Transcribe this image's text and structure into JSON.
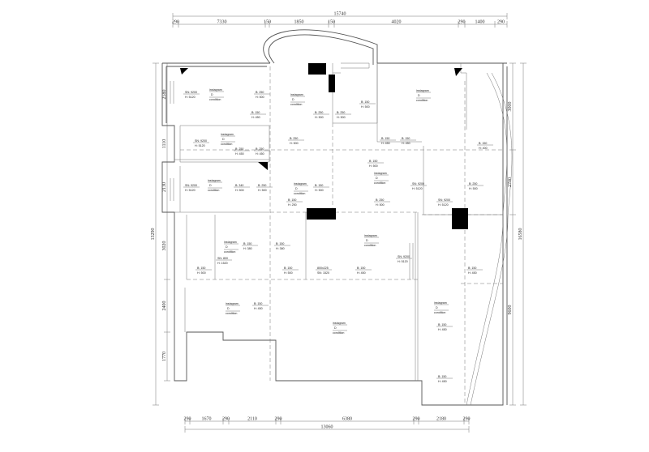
{
  "dimensions": {
    "top_total": "15740",
    "top": [
      "290",
      "7330",
      "150",
      "1850",
      "150",
      "4020",
      "290",
      "1400",
      "290"
    ],
    "bottom_total": "13060",
    "bottom": [
      "290",
      "1670",
      "290",
      "2110",
      "290",
      "6380",
      "290",
      "2180",
      "290"
    ],
    "left_total": "13290",
    "left": [
      "2580",
      "1110",
      "2130",
      "3020",
      "2400",
      "1770"
    ],
    "right_total": "16580",
    "right": [
      "3000",
      "2700",
      "9600"
    ]
  },
  "annotations": [
    {
      "a": "SN: 9200",
      "b": "H: 5120"
    },
    {
      "a": "B: 250",
      "b": "H: 500"
    },
    {
      "a": "B: 150",
      "b": "H: 450"
    },
    {
      "a": "B: 250",
      "b": "H: 500"
    },
    {
      "a": "B: 150",
      "b": "H: 450"
    },
    {
      "a": "B: 250",
      "b": "H: 450"
    },
    {
      "a": "B: 250",
      "b": "H: 450"
    },
    {
      "a": "SN: 9200",
      "b": "H: 5120"
    },
    {
      "a": "B: 250",
      "b": "H: 500"
    },
    {
      "a": "SN: 9200",
      "b": "H: 5120"
    },
    {
      "a": "B: 340",
      "b": "H: 500"
    },
    {
      "a": "B: 150",
      "b": "H: 250"
    },
    {
      "a": "SN: 9200",
      "b": "H: 5120"
    },
    {
      "a": "B: 250",
      "b": "H: 500"
    },
    {
      "a": "B: 250",
      "b": "H: 500"
    },
    {
      "a": "B: 150",
      "b": "H: 500"
    },
    {
      "a": "SN: 9200",
      "b": "H: 5120"
    },
    {
      "a": "B: 250",
      "b": "H: 500"
    },
    {
      "a": "B: 150",
      "b": "H: 500"
    },
    {
      "a": "B: 150",
      "b": "H: 380"
    },
    {
      "a": "B: 150",
      "b": "H: 380"
    },
    {
      "a": "B: 150",
      "b": "H: 500"
    },
    {
      "a": "B: 150",
      "b": "H: 500"
    },
    {
      "a": "SN: 800",
      "b": "H: 1520"
    },
    {
      "a": "B: 150",
      "b": "H: 450"
    },
    {
      "a": "800x225",
      "b": "SN: 1520"
    },
    {
      "a": "B: 150",
      "b": "H: 400"
    },
    {
      "a": "SN: 9200",
      "b": "H: 5120"
    },
    {
      "a": "B: 150",
      "b": "H: 450"
    },
    {
      "a": "B: 150",
      "b": "H: 450"
    },
    {
      "a": "B: 150",
      "b": "H: 450"
    },
    {
      "a": "B: 250",
      "b": "H: 500"
    },
    {
      "a": "B: 150",
      "b": "H: 450"
    },
    {
      "a": "B: 150",
      "b": "H: 450"
    },
    {
      "a": "B: 150",
      "b": "H: 500"
    }
  ],
  "fixture_label": {
    "top": "instagram",
    "mid": "D",
    "bottom": "condition"
  },
  "colors": {
    "wall": "#555555",
    "column": "#000000"
  }
}
